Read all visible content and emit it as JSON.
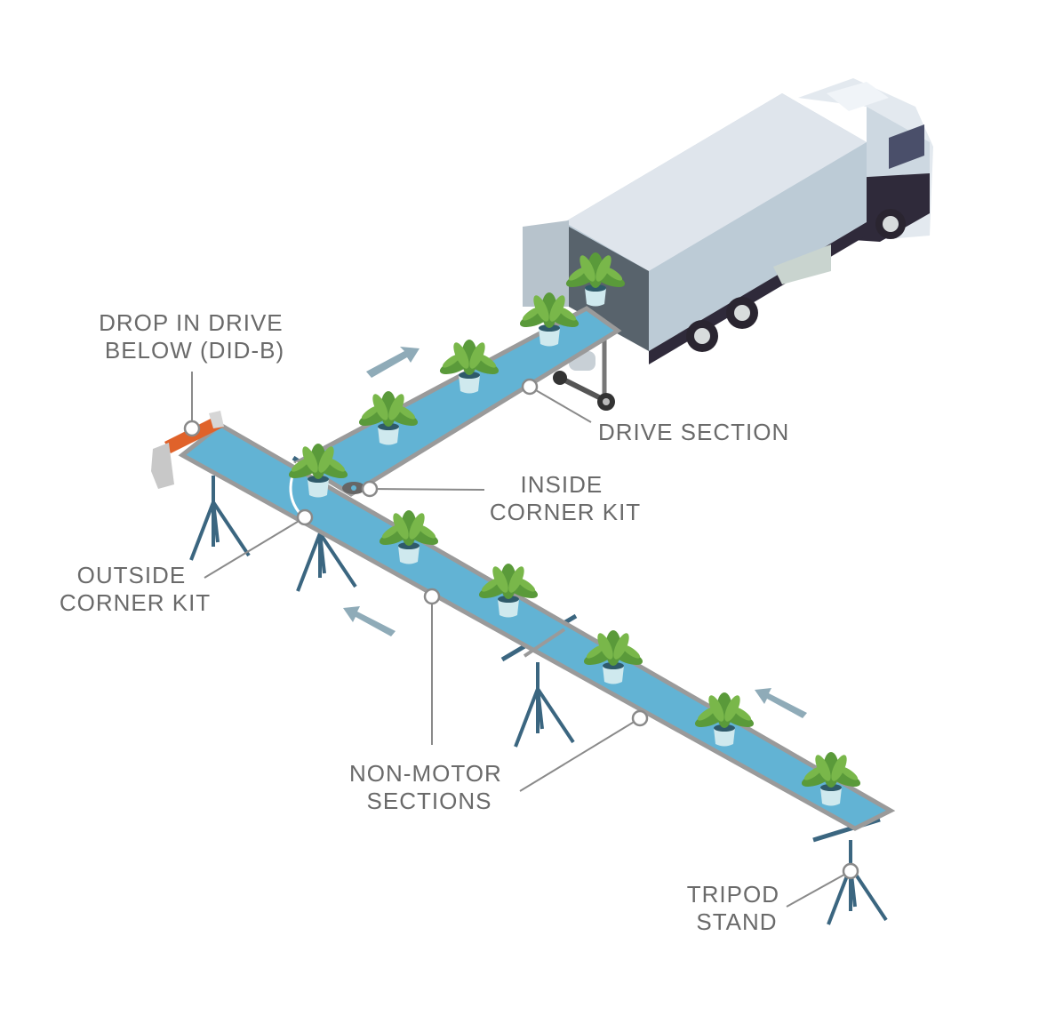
{
  "labels": {
    "drop_in_drive": [
      "DROP IN DRIVE",
      "BELOW (DID-B)"
    ],
    "drive_section": [
      "DRIVE SECTION"
    ],
    "inside_corner": [
      "INSIDE",
      "CORNER KIT"
    ],
    "outside_corner": [
      "OUTSIDE",
      "CORNER KIT"
    ],
    "non_motor": [
      "NON-MOTOR",
      "SECTIONS"
    ],
    "tripod": [
      "TRIPOD",
      "STAND"
    ]
  },
  "colors": {
    "belt": "#62b3d4",
    "frame": "#9a9a9a",
    "roller": "#e0622a",
    "stand": "#3b6680",
    "arrow": "#8fabb8",
    "truck_box": "#dfe5ec",
    "truck_side": "#bccbd6",
    "chassis": "#2f2a3a",
    "label": "#6a6a6a"
  }
}
